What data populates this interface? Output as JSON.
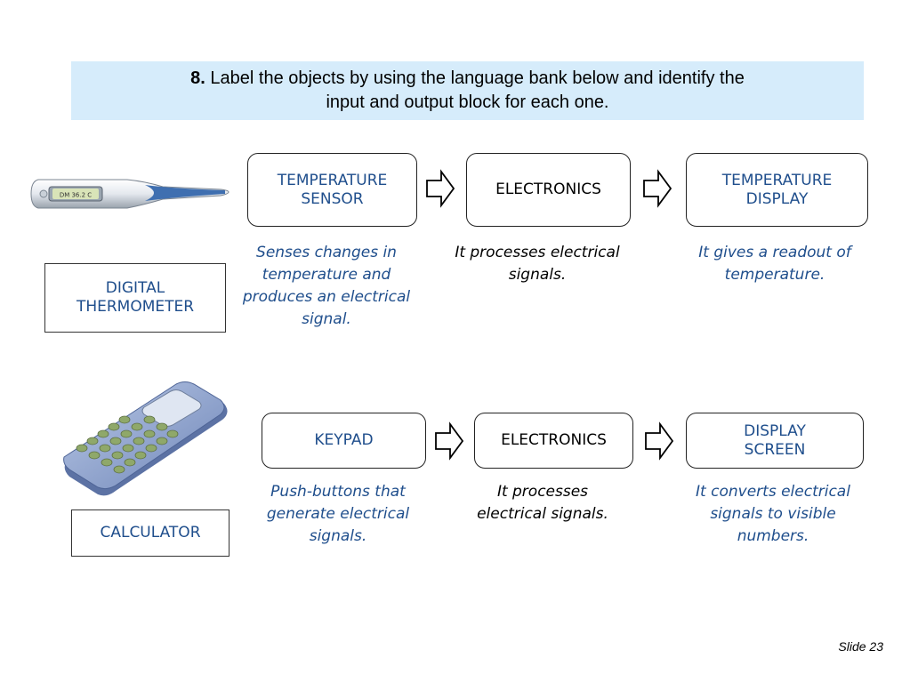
{
  "header": {
    "number": "8.",
    "line1": "Label the objects by using the language bank below and identify the",
    "line2": "input and output block for each one."
  },
  "thermometer": {
    "screen_text": "DM 36.2 C",
    "object_label": "DIGITAL THERMOMETER",
    "input_block": "TEMPERATURE SENSOR",
    "process_block": "ELECTRONICS",
    "output_block": "TEMPERATURE DISPLAY",
    "input_desc": "Senses changes in temperature and produces an electrical signal.",
    "process_desc": "It processes electrical signals.",
    "output_desc": "It gives a readout of temperature."
  },
  "calculator": {
    "object_label": "CALCULATOR",
    "input_block": "KEYPAD",
    "process_block": "ELECTRONICS",
    "output_block": "DISPLAY SCREEN",
    "input_desc": "Push-buttons that generate electrical signals.",
    "process_desc": "It processes electrical signals.",
    "output_desc": "It converts electrical signals to visible numbers."
  },
  "footer": {
    "slide": "Slide 23"
  },
  "colors": {
    "header_bg": "#d6ecfb",
    "label_blue": "#1f4e8c"
  }
}
